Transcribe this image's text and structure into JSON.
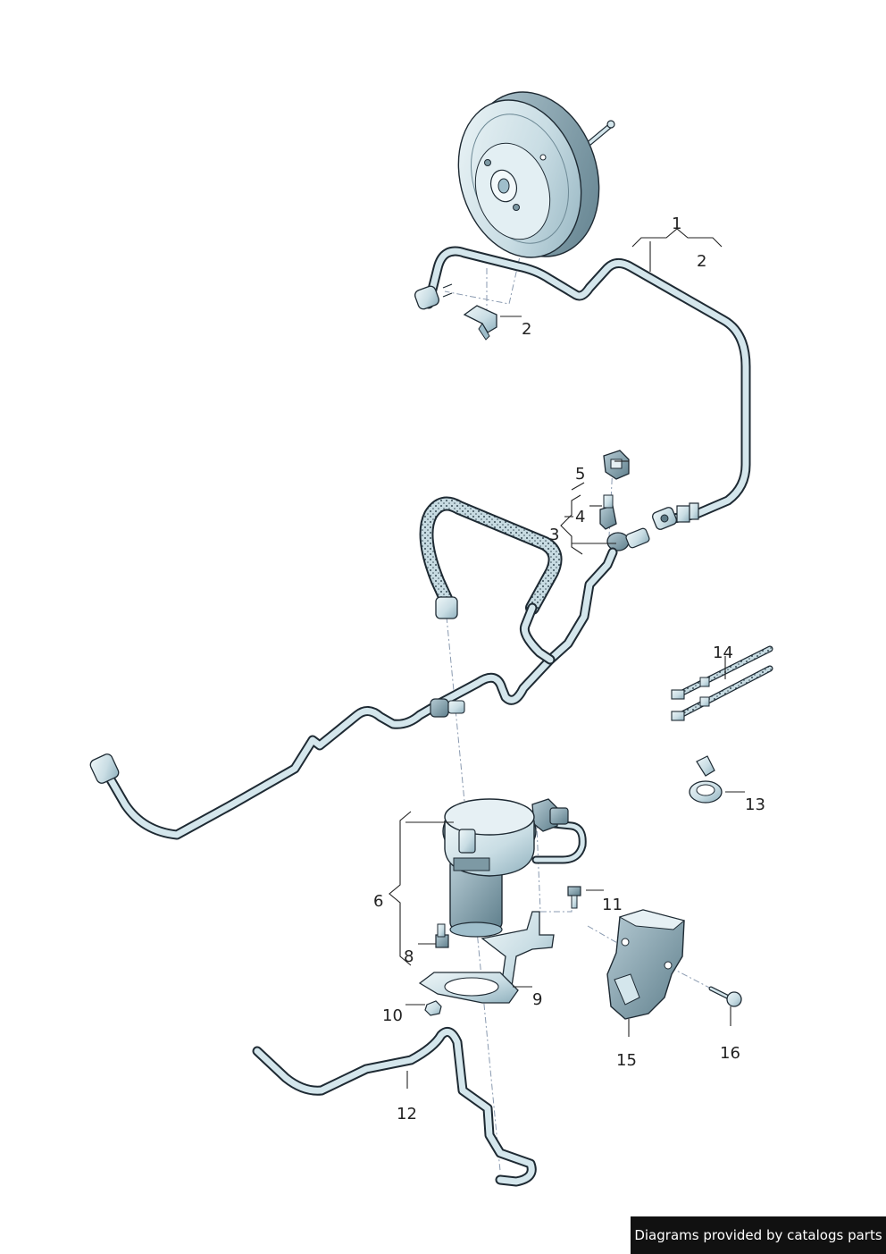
{
  "credit": "Diagrams provided by catalogs parts",
  "callouts": {
    "c1": "1",
    "c2a": "2",
    "c2b": "2",
    "c3": "3",
    "c4": "4",
    "c5": "5",
    "c6": "6",
    "c8": "8",
    "c9": "9",
    "c10": "10",
    "c11": "11",
    "c12": "12",
    "c13": "13",
    "c14": "14",
    "c15": "15",
    "c16": "16"
  },
  "colors": {
    "part_fill": "#d4e6ec",
    "part_shadow": "#9fbecb",
    "outline": "#1e2a33",
    "dash": "#8a9ab0"
  }
}
